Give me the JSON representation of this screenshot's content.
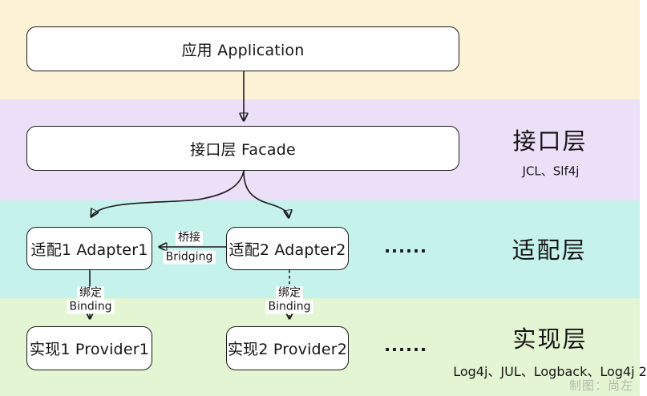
{
  "bands": [
    {
      "id": "application",
      "color": "#fcf3d6",
      "side_label": "",
      "side_sub": ""
    },
    {
      "id": "facade",
      "color": "#ecdff8",
      "side_label": "接口层",
      "side_sub": "JCL、Slf4j"
    },
    {
      "id": "adapter",
      "color": "#c6f2ec",
      "side_label": "适配层",
      "side_sub": "",
      "ellipsis": "......"
    },
    {
      "id": "provider",
      "color": "#e4f5d3",
      "side_label": "实现层",
      "side_sub": "Log4j、JUL、Logback、Log4j 2",
      "ellipsis": "......"
    }
  ],
  "nodes": {
    "application": "应用 Application",
    "facade": "接口层 Facade",
    "adapter1": "适配1 Adapter1",
    "adapter2": "适配2 Adapter2",
    "provider1": "实现1 Provider1",
    "provider2": "实现2 Provider2"
  },
  "edge_labels": {
    "bridging": {
      "zh": "桥接",
      "en": "Bridging"
    },
    "binding1": {
      "zh": "绑定",
      "en": "Binding"
    },
    "binding2": {
      "zh": "绑定",
      "en": "Binding"
    }
  },
  "credit": "制图：尚左",
  "line_color": "#1a1a1a"
}
